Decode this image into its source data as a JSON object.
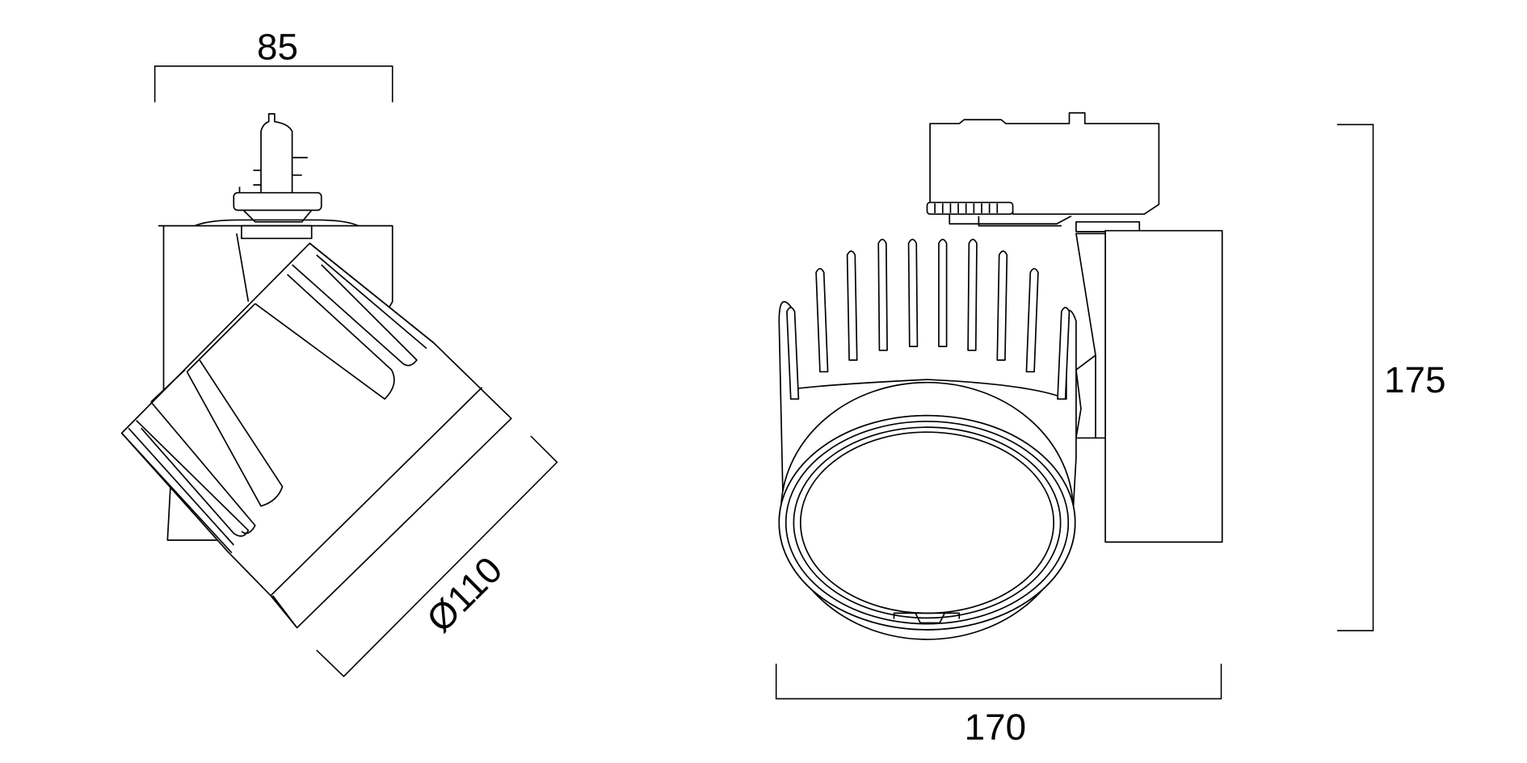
{
  "drawing": {
    "left_view": {
      "width_dimension": "85",
      "diameter_dimension": "Ø110"
    },
    "right_view": {
      "width_dimension": "170",
      "height_dimension": "175"
    }
  }
}
